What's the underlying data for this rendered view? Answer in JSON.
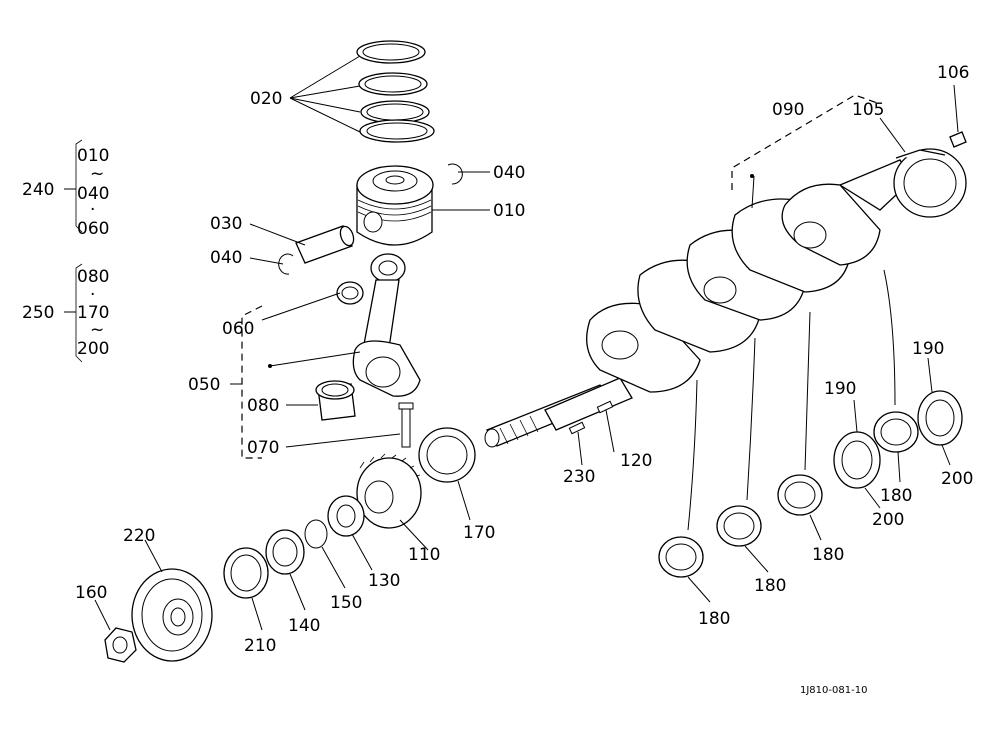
{
  "diagram": {
    "drawing_code": "1J810-081-10",
    "callouts": {
      "c010": "010",
      "c020": "020",
      "c030": "030",
      "c040a": "040",
      "c040b": "040",
      "c050": "050",
      "c060": "060",
      "c070": "070",
      "c080": "080",
      "c090": "090",
      "c105": "105",
      "c106": "106",
      "c110": "110",
      "c120": "120",
      "c130": "130",
      "c140": "140",
      "c150": "150",
      "c160": "160",
      "c170": "170",
      "c180a": "180",
      "c180b": "180",
      "c180c": "180",
      "c180d": "180",
      "c190a": "190",
      "c190b": "190",
      "c200a": "200",
      "c200b": "200",
      "c210": "210",
      "c220": "220",
      "c230": "230"
    },
    "set_240": {
      "label": "240",
      "items": [
        "010",
        "040",
        "060"
      ]
    },
    "set_250": {
      "label": "250",
      "items": [
        "080",
        "170",
        "200"
      ]
    }
  }
}
